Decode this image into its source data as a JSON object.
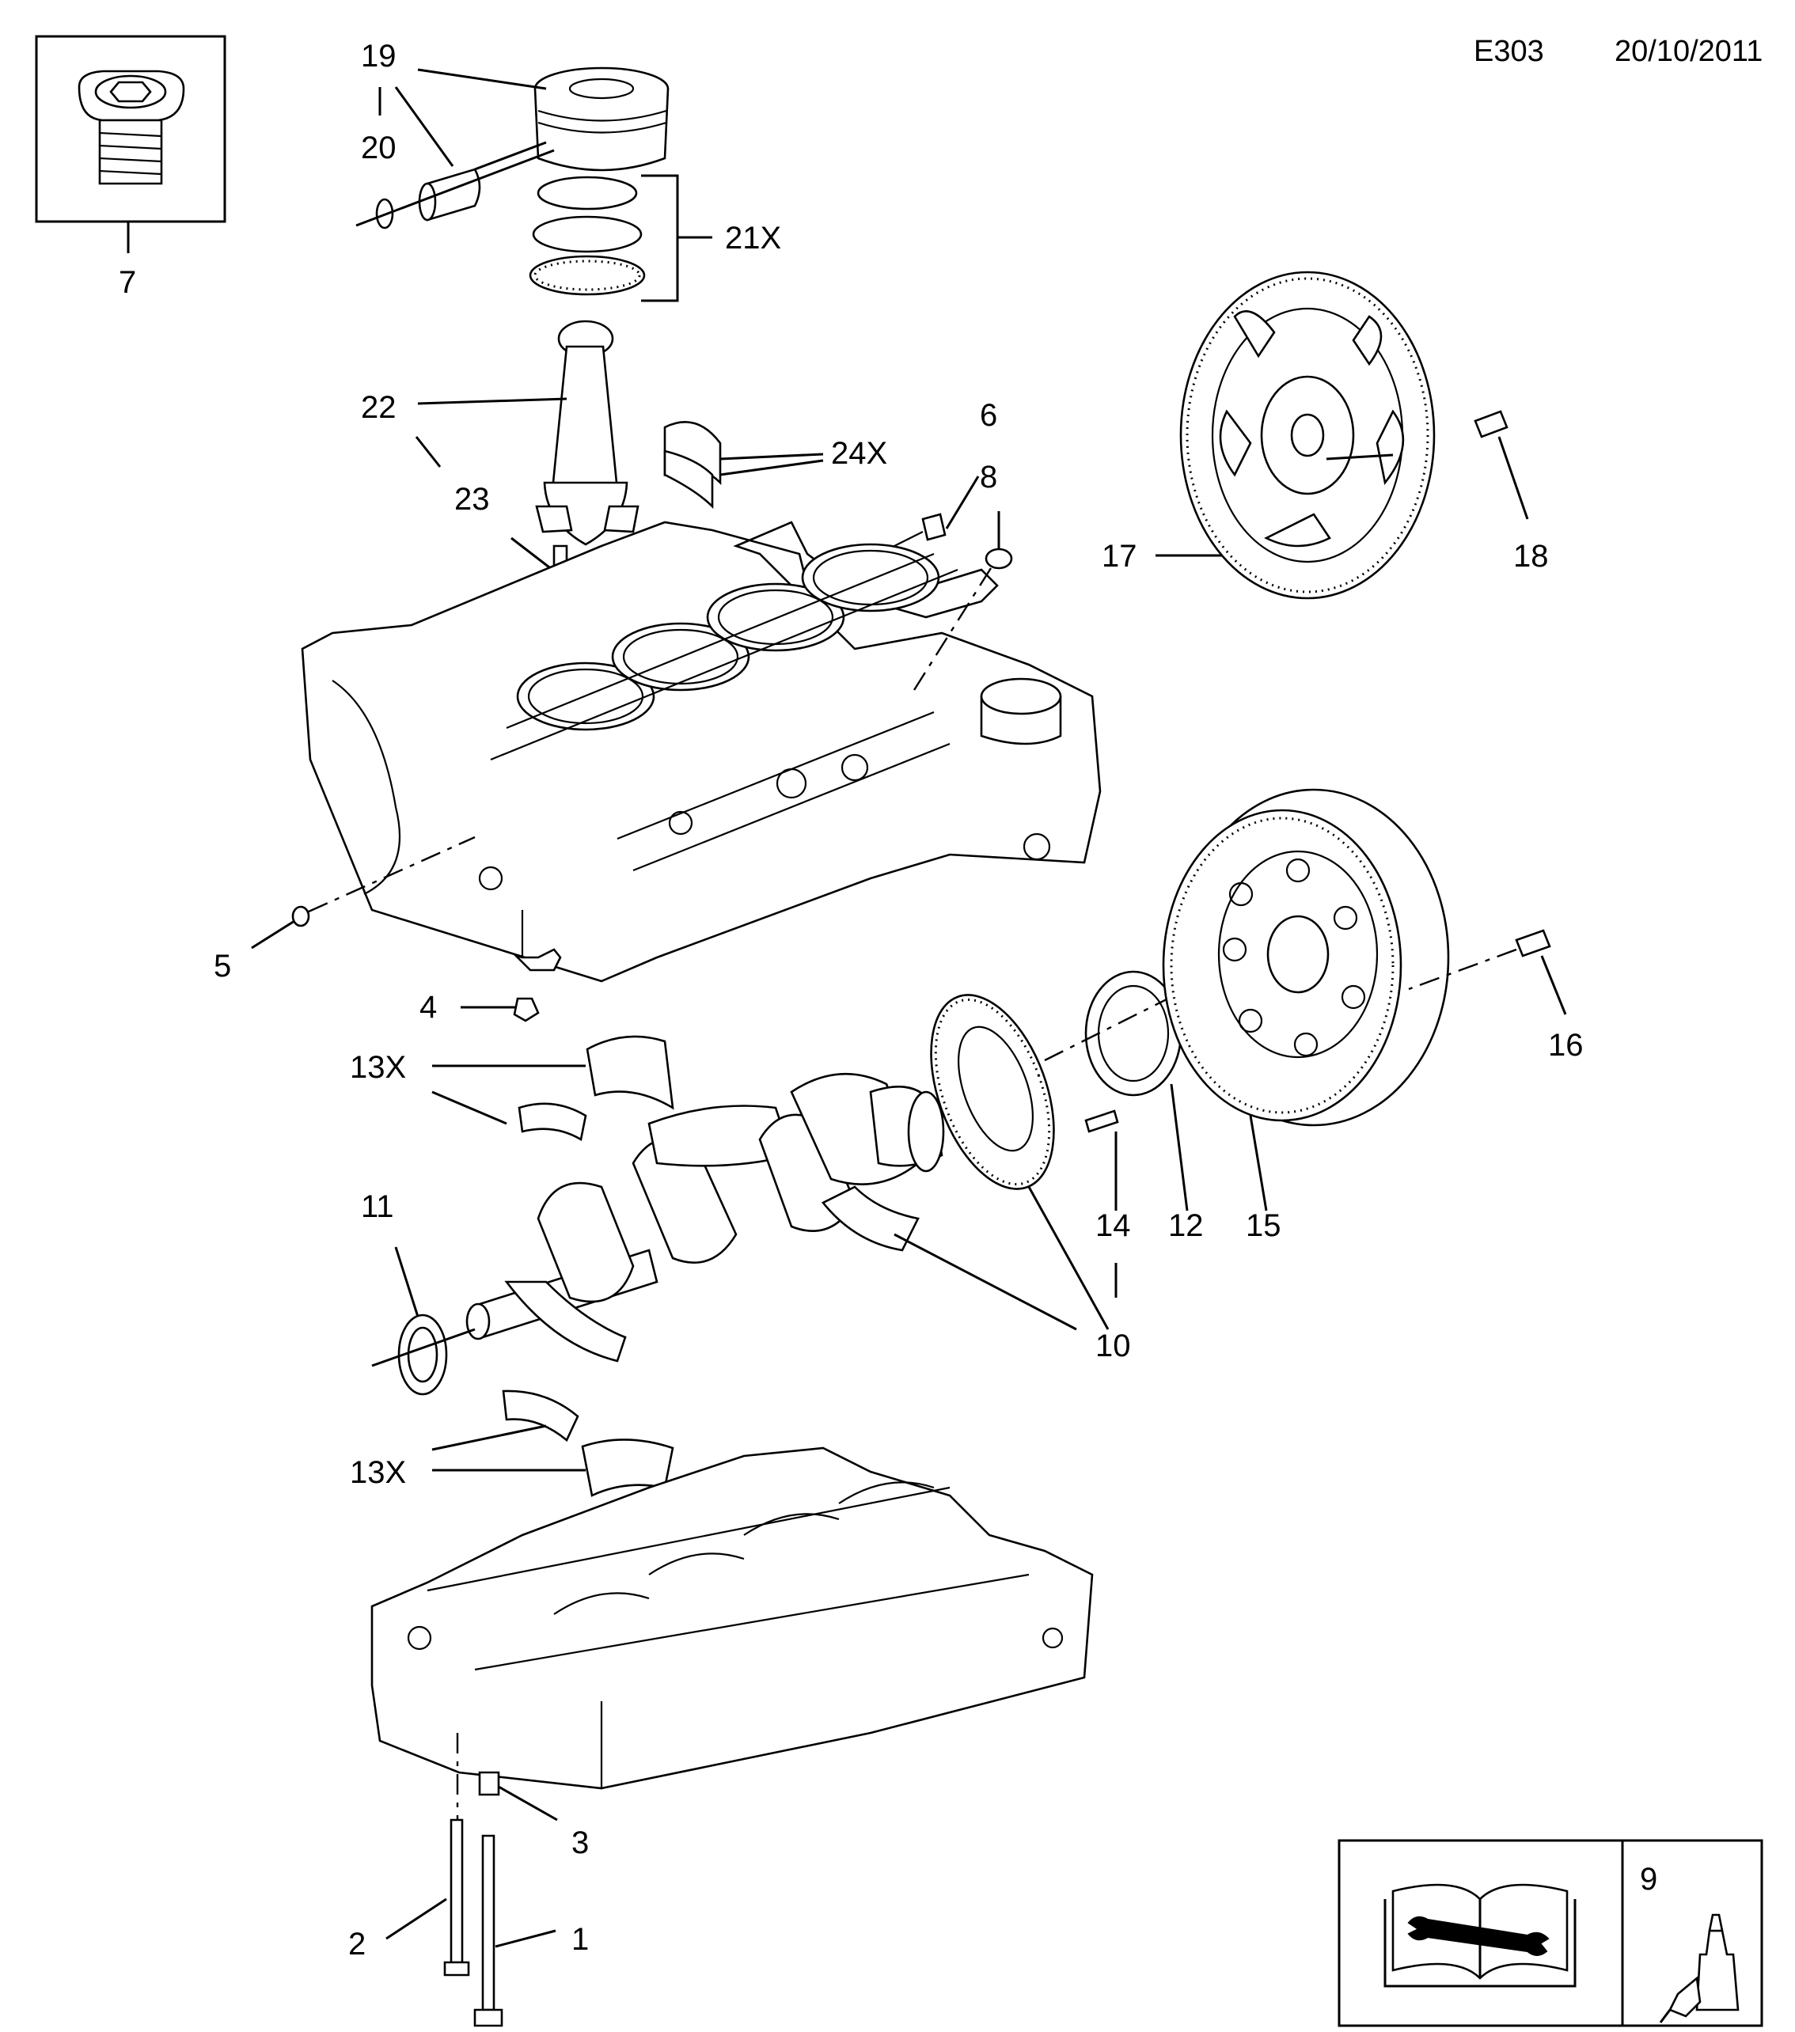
{
  "header": {
    "code": "E303",
    "date": "20/10/2011"
  },
  "callouts": {
    "c1": "1",
    "c2": "2",
    "c3": "3",
    "c4": "4",
    "c5": "5",
    "c6": "6",
    "c7": "7",
    "c8": "8",
    "c9": "9",
    "c10": "10",
    "c11": "11",
    "c12": "12",
    "c13a": "13X",
    "c13b": "13X",
    "c14": "14",
    "c15": "15",
    "c16": "16",
    "c17": "17",
    "c18": "18",
    "c19": "19",
    "c20": "20",
    "c21": "21X",
    "c22": "22",
    "c23": "23",
    "c24": "24X"
  },
  "legend": {
    "icons": [
      "open-book-wrench-icon",
      "sealant-bottle-icon"
    ]
  }
}
